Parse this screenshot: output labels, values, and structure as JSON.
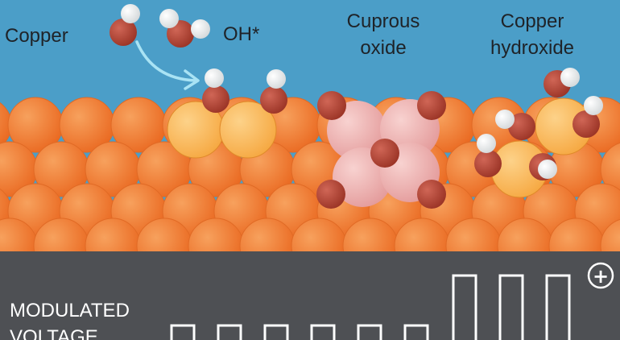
{
  "labels": {
    "copper": "Copper",
    "oh": "OH*",
    "cuprous_line1": "Cuprous",
    "cuprous_line2": "oxide",
    "hydroxide_line1": "Copper",
    "hydroxide_line2": "hydroxide",
    "modulated_line1": "MODULATED",
    "modulated_line2": "VOLTAGE",
    "plus": "+"
  },
  "colors": {
    "water": "#4b9ec8",
    "copper_atom": "#f27d35",
    "copper_highlight": "#fbb95a",
    "oxygen": "#b5473a",
    "hydrogen": "#f4f4f4",
    "cuprous_atom": "#f2b4b4",
    "panel": "#4e5054",
    "arrow": "#a9e3f4",
    "text_dark": "#1f2328",
    "text_light": "#ffffff"
  },
  "pulses": {
    "low_count": 6,
    "high_count": 3
  }
}
